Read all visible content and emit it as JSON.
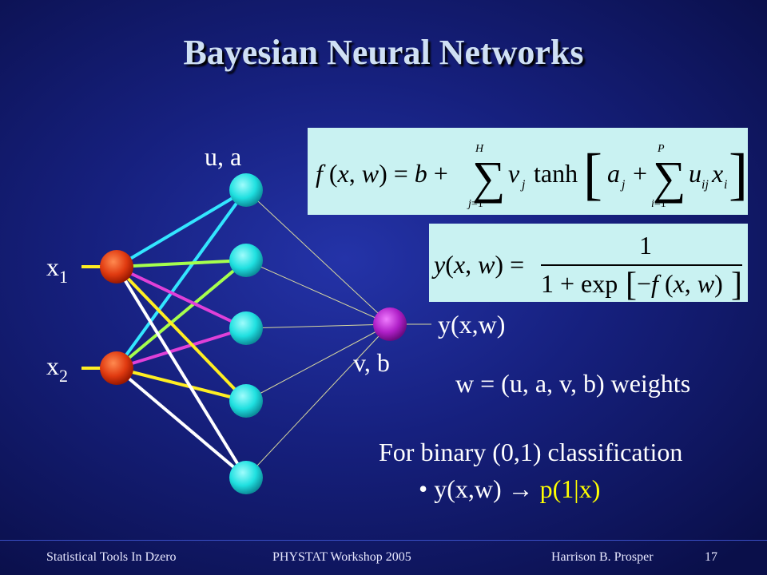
{
  "slide": {
    "title": "Bayesian Neural Networks",
    "labels": {
      "hidden_params": "u, a",
      "output_params": "v, b",
      "input1_base": "x",
      "input1_sub": "1",
      "input2_base": "x",
      "input2_sub": "2",
      "output": "y(x,w)"
    },
    "equations": {
      "network_function": "f(x, w) = b + Σ_{j=1}^{H} v_j tanh[ a_j + Σ_{i=1}^{P} u_ij x_i ]",
      "output_function": "y(x, w) = 1 / (1 + exp[−f(x, w)])"
    },
    "weights_text": "w = (u, a, v, b) weights",
    "classification_text": "For binary (0,1) classification",
    "bullet": {
      "marker": "•",
      "text": "y(x,w)",
      "arrow": "→",
      "target": "p(1|x)"
    },
    "footer": {
      "left": "Statistical Tools  In Dzero",
      "center": "PHYSTAT Workshop 2005",
      "right": "Harrison B. Prosper",
      "page": "17"
    }
  },
  "colors": {
    "title": "#cfe0f4",
    "input_node": "#e03a10",
    "hidden_node": "#1fe0e0",
    "output_node": "#b020c8",
    "edge_cyan": "#33e6ff",
    "edge_green": "#a6ff4d",
    "edge_magenta": "#e040d8",
    "edge_yellow": "#ffee22",
    "edge_white": "#ffffff",
    "edge_thin": "#d8d8a0",
    "equation_bg": "#c9f2f2",
    "highlight": "#ffff00"
  }
}
